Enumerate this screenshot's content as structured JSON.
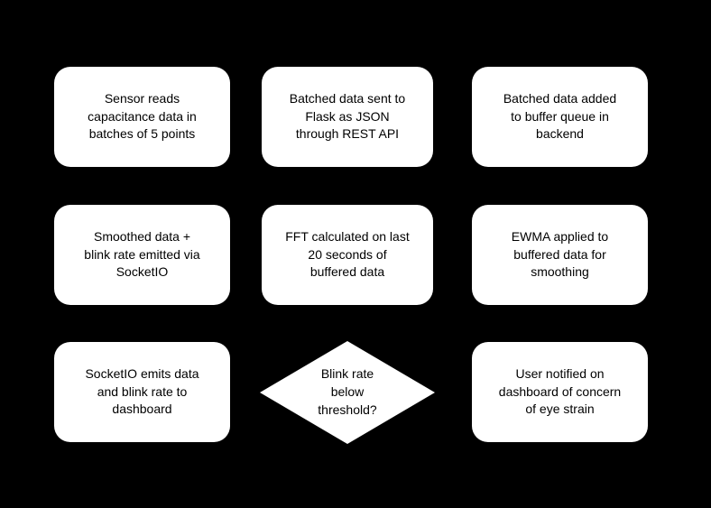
{
  "diagram": {
    "type": "flowchart",
    "background_color": "#000000",
    "node_fill_color": "#ffffff",
    "node_text_color": "#000000",
    "nodes": [
      {
        "id": "sensor-reads",
        "shape": "rounded-rect",
        "row": 1,
        "col": 1,
        "label": "Sensor reads\ncapacitance data in\nbatches of 5 points"
      },
      {
        "id": "batched-data-sent",
        "shape": "rounded-rect",
        "row": 1,
        "col": 2,
        "label": "Batched data sent to\nFlask as JSON\nthrough REST API"
      },
      {
        "id": "batched-data-added",
        "shape": "rounded-rect",
        "row": 1,
        "col": 3,
        "label": "Batched data added\nto buffer queue in\nbackend"
      },
      {
        "id": "smoothed-data-emit",
        "shape": "rounded-rect",
        "row": 2,
        "col": 1,
        "label": "Smoothed data +\nblink rate emitted via\nSocketIO"
      },
      {
        "id": "fft-calculated",
        "shape": "rounded-rect",
        "row": 2,
        "col": 2,
        "label": "FFT calculated on last\n20 seconds of\nbuffered data"
      },
      {
        "id": "ewma-applied",
        "shape": "rounded-rect",
        "row": 2,
        "col": 3,
        "label": "EWMA applied to\nbuffered data for\nsmoothing"
      },
      {
        "id": "socketio-emits",
        "shape": "rounded-rect",
        "row": 3,
        "col": 1,
        "label": "SocketIO emits data\nand blink rate to\ndashboard"
      },
      {
        "id": "blink-rate-decision",
        "shape": "diamond",
        "row": 3,
        "col": 2,
        "label": "Blink rate\nbelow\nthreshold?"
      },
      {
        "id": "user-notified",
        "shape": "rounded-rect",
        "row": 3,
        "col": 3,
        "label": "User notified on\ndashboard of concern\nof eye strain"
      }
    ]
  }
}
